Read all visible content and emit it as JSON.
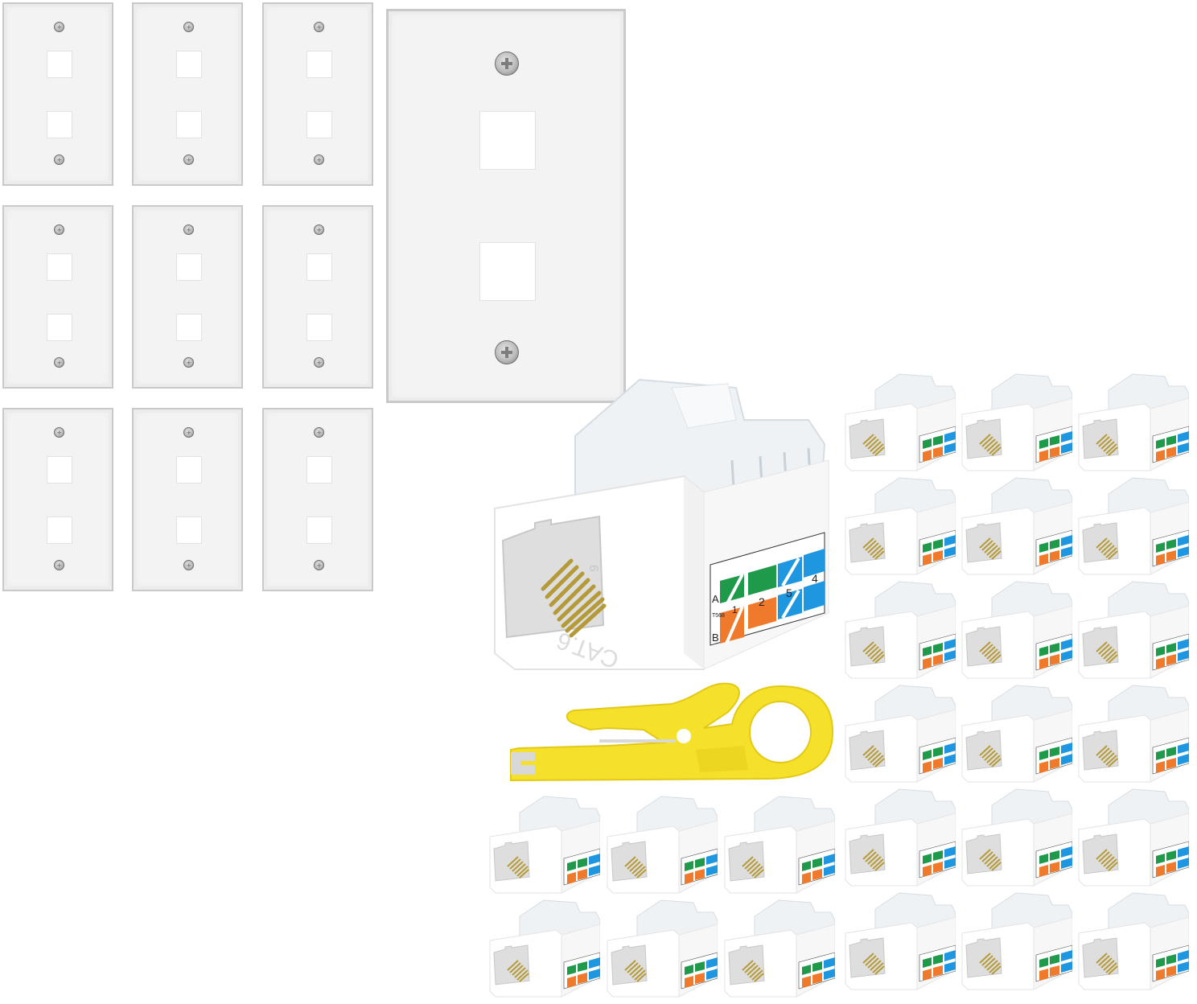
{
  "image": {
    "description": "Product composite: Cat6 keystone jacks, single-gang 2-port wall plates, and yellow punch-down / wire stripper tool on white background",
    "background": "#ffffff"
  },
  "wall_plates": {
    "small_grid": {
      "rows": 3,
      "cols": 3,
      "count": 9,
      "ports_per_plate": 2
    },
    "large_plate": {
      "ports": 2,
      "screws": 2
    },
    "colors": {
      "plate": "#f3f3f3",
      "border": "#c9c9c9",
      "port": "#ffffff",
      "screw": "#9a9a9a"
    }
  },
  "featured_jack": {
    "body_text": "CAT.6",
    "side_number": "6",
    "wiring_label": {
      "standard": "T568",
      "row_a": "A",
      "row_b": "B",
      "pair_numbers": [
        "1",
        "2",
        "5",
        "4"
      ]
    },
    "colors": {
      "green": "#1f9a4a",
      "orange": "#ef7a2c",
      "blue": "#1e96e0",
      "contacts": "#b59a3a",
      "body": "#ffffff",
      "cap": "#e9eef2"
    }
  },
  "punch_tool": {
    "color": "#f5e02a",
    "blade": "#d8d8d8"
  },
  "jack_grids": {
    "right_grid": {
      "rows": 6,
      "cols": 3,
      "count": 18
    },
    "left_bottom_grid": {
      "rows": 2,
      "cols": 3,
      "count": 6
    }
  },
  "labels": {
    "A": "A",
    "B": "B",
    "T568": "T568",
    "n1": "1",
    "n2": "2",
    "n5": "5",
    "n4": "4",
    "cat": "CAT.6",
    "six": "6"
  }
}
